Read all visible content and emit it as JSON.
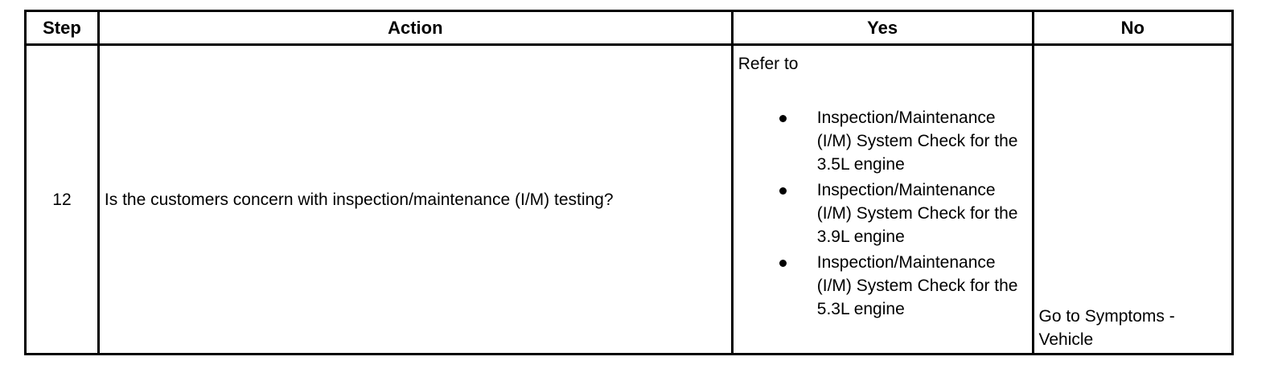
{
  "table": {
    "headers": {
      "step": "Step",
      "action": "Action",
      "yes": "Yes",
      "no": "No"
    },
    "rows": [
      {
        "step": "12",
        "action": "Is the customers concern with inspection/maintenance (I/M) testing?",
        "yes": {
          "intro": "Refer to",
          "items": [
            "Inspection/Maintenance (I/M) System Check for the 3.5L engine",
            "Inspection/Maintenance (I/M) System Check for the 3.9L engine",
            "Inspection/Maintenance (I/M) System Check for the 5.3L engine"
          ]
        },
        "no": "Go to Symptoms - Vehicle"
      }
    ]
  },
  "colors": {
    "border": "#000000",
    "text": "#000000",
    "background": "#ffffff"
  },
  "icons": {
    "bullet": "bullet-icon"
  }
}
